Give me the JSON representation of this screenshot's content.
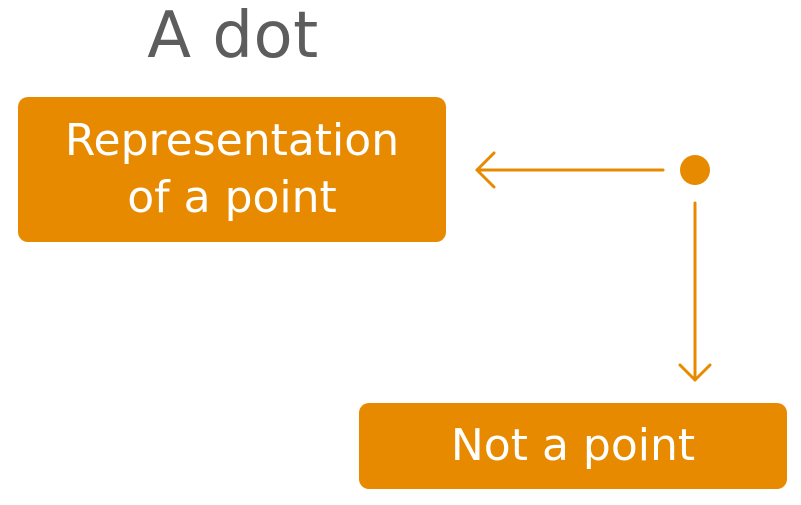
{
  "title": "A dot",
  "boxes": {
    "representation": {
      "line1": "Representation",
      "line2": "of a point"
    },
    "not_point": "Not a point"
  },
  "colors": {
    "accent": "#e88a00",
    "title_text": "#5d5d5d",
    "box_text": "#ffffff",
    "background": "#ffffff"
  },
  "icons": [
    "dot-icon",
    "arrow-left-icon",
    "arrow-down-icon"
  ]
}
